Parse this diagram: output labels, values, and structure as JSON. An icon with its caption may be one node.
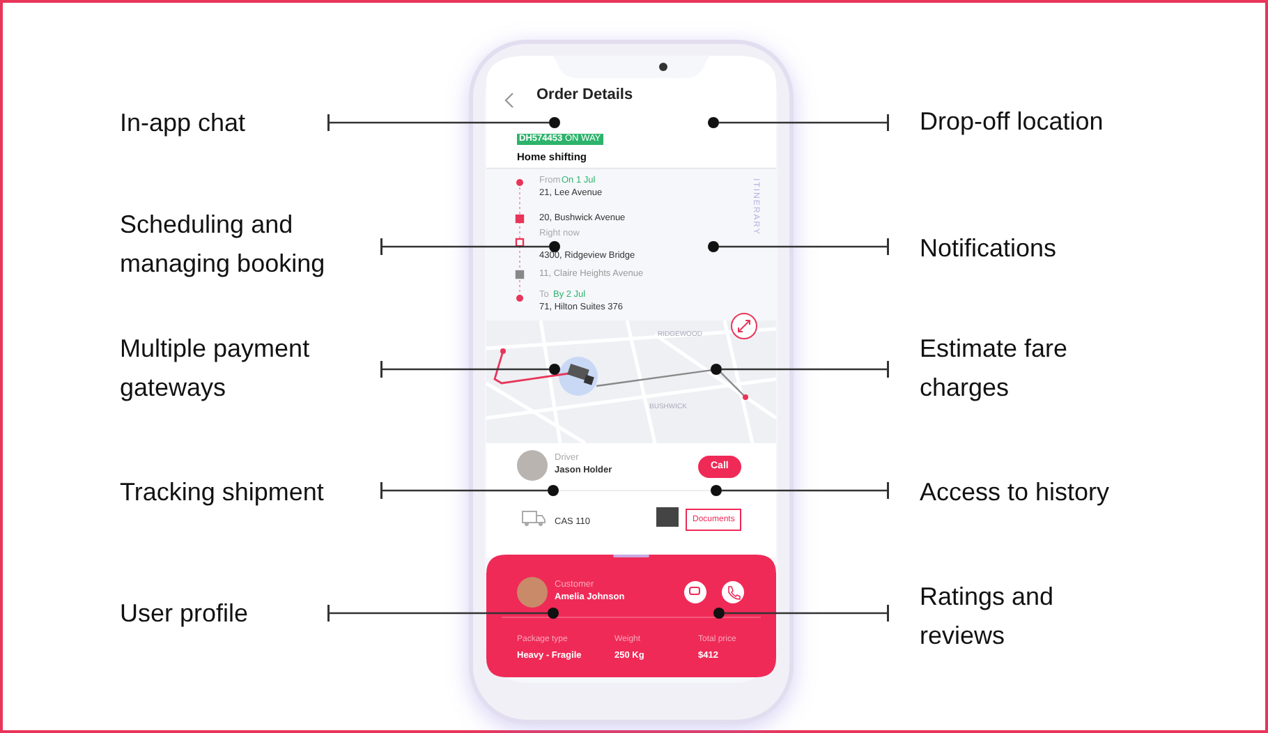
{
  "diagram": {
    "nodes": [
      {
        "text": [
          "In-app chat"
        ]
      },
      {
        "text": [
          "Drop-off location"
        ]
      },
      {
        "text": [
          "Scheduling and managing booking"
        ]
      },
      {
        "text": [
          "Notifications"
        ]
      },
      {
        "text": [
          "Multiple payment gateways"
        ]
      },
      {
        "text": [
          "Estimate fare charges"
        ]
      },
      {
        "text": [
          "Tracking shipment"
        ]
      },
      {
        "text": [
          "Access to history"
        ]
      },
      {
        "text": [
          "User profile"
        ]
      },
      {
        "text": [
          "Ratings and reviews"
        ]
      },
      {
        "text": [],
        "shape": "circle"
      },
      {
        "text": [],
        "shape": "circle"
      },
      {
        "text": [],
        "shape": "circle"
      },
      {
        "text": [],
        "shape": "circle"
      },
      {
        "text": [],
        "shape": "circle"
      },
      {
        "text": [],
        "shape": "circle"
      },
      {
        "text": [],
        "shape": "circle"
      },
      {
        "text": [],
        "shape": "circle"
      },
      {
        "text": [],
        "shape": "circle"
      },
      {
        "text": [],
        "shape": "circle"
      }
    ],
    "edges": [
      {
        "from": 0,
        "to": 10,
        "arrow": "other"
      },
      {
        "from": 1,
        "to": 11,
        "arrow": "other"
      },
      {
        "from": 2,
        "to": 12,
        "arrow": "other"
      },
      {
        "from": 3,
        "to": 13,
        "arrow": "other"
      },
      {
        "from": 4,
        "to": 14,
        "arrow": "other"
      },
      {
        "from": 5,
        "to": 15,
        "arrow": "other"
      },
      {
        "from": 6,
        "to": 16,
        "arrow": "other"
      },
      {
        "from": 7,
        "to": 17,
        "arrow": "other"
      },
      {
        "from": 8,
        "to": 18,
        "arrow": "other"
      },
      {
        "from": 9,
        "to": 19,
        "arrow": "other"
      }
    ],
    "labels": [
      "Order Details",
      "DH574453",
      "ON WAY",
      "Home shifting",
      "From",
      "On 1 Jul",
      "21, Lee Avenue",
      "20, Bushwick Avenue",
      "Right now",
      "4300, Ridgeview Bridge",
      "11, Claire Heights Avenue",
      "To",
      "By 2 Jul",
      "71, Hilton Suites 376",
      "ITINERARY",
      "RIDGEWOOD",
      "BUSHWICK",
      "Driver",
      "Jason Holder",
      "Call",
      "CAS 110",
      "Documents",
      "Customer",
      "Amelia Johnson",
      "Package type",
      "Weight",
      "Total price",
      "Heavy - Fragile",
      "250 Kg",
      "$412"
    ]
  }
}
